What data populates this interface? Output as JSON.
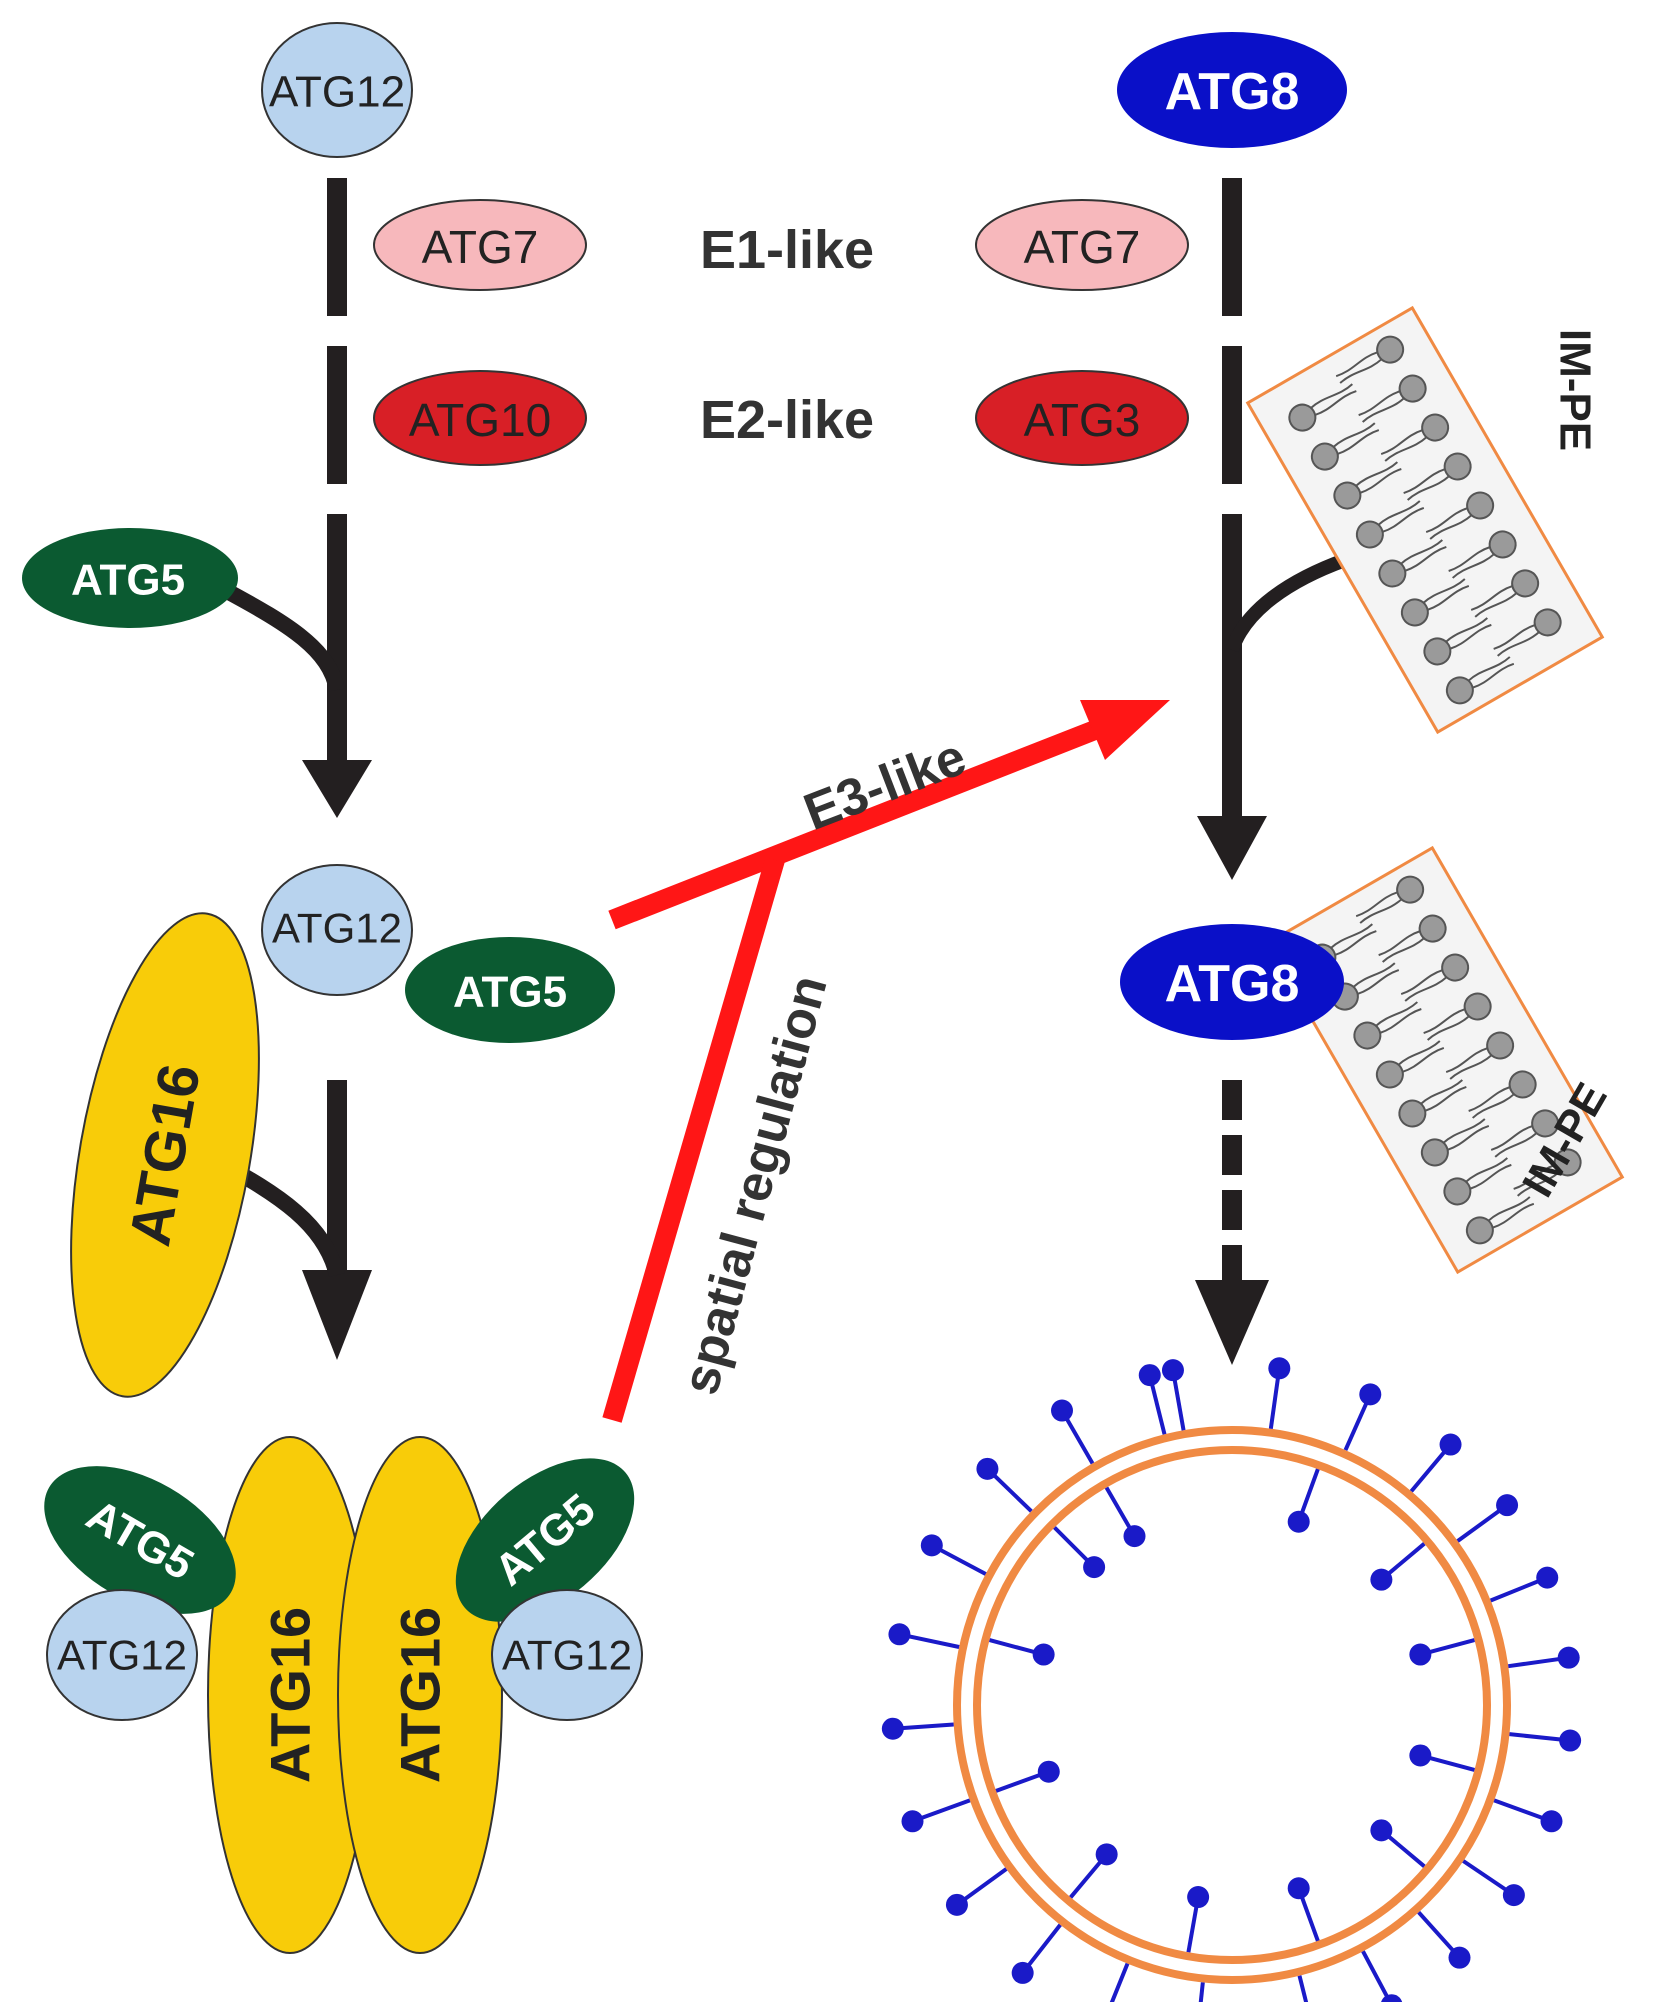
{
  "labels": {
    "atg12": "ATG12",
    "atg8": "ATG8",
    "atg7": "ATG7",
    "atg10": "ATG10",
    "atg3": "ATG3",
    "atg5": "ATG5",
    "atg16": "ATG16",
    "e1_like": "E1-like",
    "e2_like": "E2-like",
    "e3_like": "E3-like",
    "spatial_regulation": "spatial regulation",
    "im_pe": "IM-PE"
  },
  "colors": {
    "atg12": "#b8d3ee",
    "atg8": "#0a10c8",
    "atg7": "#f7b8bc",
    "atg10": "#d81f26",
    "atg3": "#d81f26",
    "atg5": "#0b5a31",
    "atg16": "#f8cc09",
    "red_arrow": "#ff1616",
    "pathway_arrow": "#231f20",
    "membrane_border": "#f08a43",
    "autophagosome_ring": "#f08a43",
    "lipid_head": "#9a9a9a",
    "atg8_marker": "#1a1ac8"
  },
  "icons": {
    "membrane": "lipid-bilayer-icon",
    "autophagosome": "autophagosome-icon"
  }
}
